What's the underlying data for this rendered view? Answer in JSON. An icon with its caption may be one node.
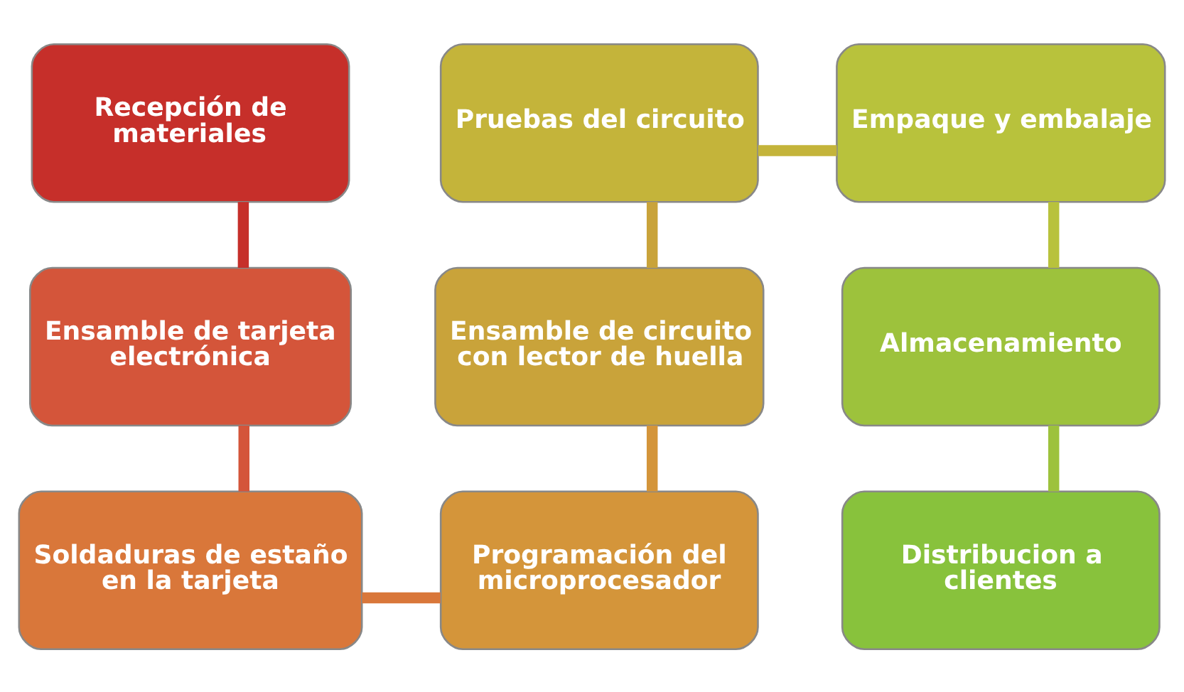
{
  "diagram": {
    "nodes": [
      {
        "text": [
          "Recepción de materiales"
        ]
      },
      {
        "text": [
          "Pruebas del circuito"
        ]
      },
      {
        "text": [
          "Empaque y embalaje"
        ]
      },
      {
        "text": [
          "Ensamble de tarjeta electrónica"
        ]
      },
      {
        "text": [
          "Ensamble de circuito con lector de huella"
        ]
      },
      {
        "text": [
          "Almacenamiento"
        ]
      },
      {
        "text": [
          "Soldaduras de estaño en la tarjeta"
        ]
      },
      {
        "text": [
          "Programación del microprocesador"
        ]
      },
      {
        "text": [
          "Distribucion a clientes"
        ]
      }
    ],
    "edges": [
      {
        "from": 0,
        "to": 3,
        "arrow": "none",
        "color": "#c62f2a"
      },
      {
        "from": 3,
        "to": 6,
        "arrow": "none",
        "color": "#d4553a"
      },
      {
        "from": 6,
        "to": 7,
        "arrow": "none",
        "color": "#d9773a"
      },
      {
        "from": 7,
        "to": 4,
        "arrow": "none",
        "color": "#d4953a"
      },
      {
        "from": 4,
        "to": 1,
        "arrow": "none",
        "color": "#c9a33a"
      },
      {
        "from": 1,
        "to": 2,
        "arrow": "none",
        "color": "#c4b43a"
      },
      {
        "from": 2,
        "to": 5,
        "arrow": "none",
        "color": "#b8c23c"
      },
      {
        "from": 5,
        "to": 8,
        "arrow": "none",
        "color": "#9dc23c"
      }
    ]
  }
}
